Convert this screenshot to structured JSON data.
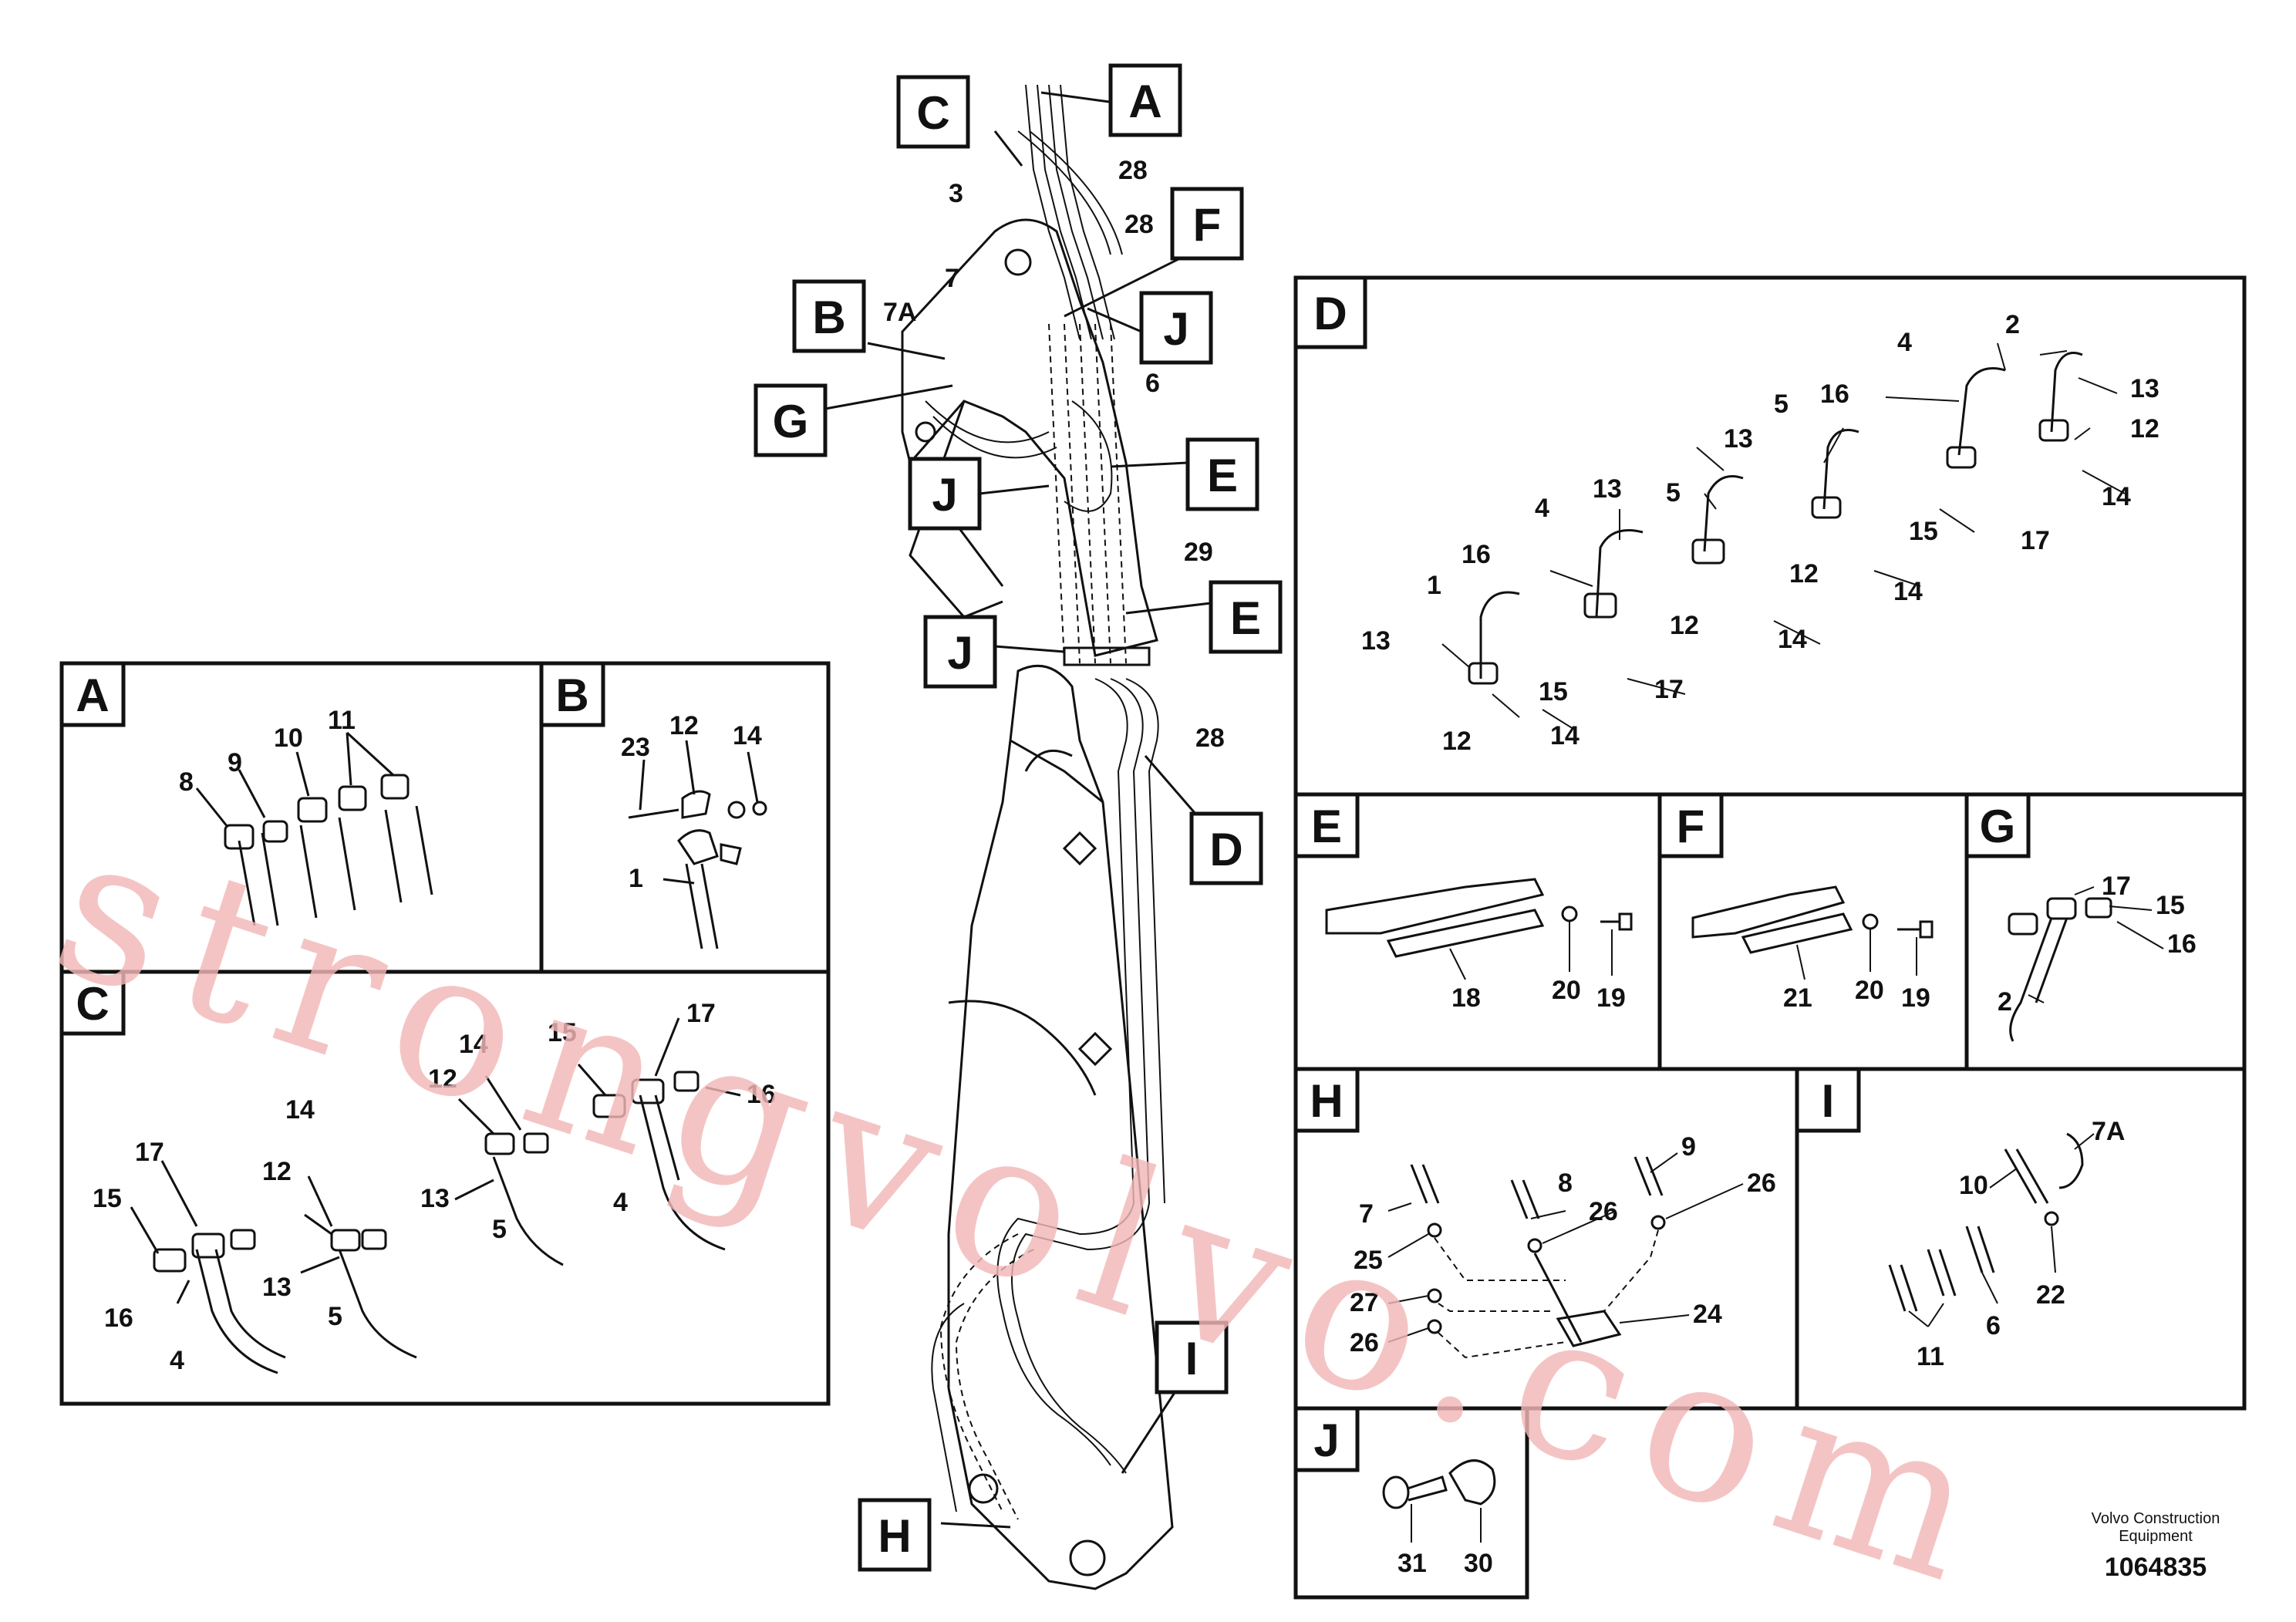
{
  "callouts": {
    "A": "A",
    "B": "B",
    "C": "C",
    "D": "D",
    "E": "E",
    "F": "F",
    "G": "G",
    "H": "H",
    "I": "I",
    "J": "J"
  },
  "main_labels": {
    "n3": "3",
    "n28a": "28",
    "n28b": "28",
    "n28c": "28",
    "n7": "7",
    "n7A": "7A",
    "n6": "6",
    "n29": "29"
  },
  "panels": {
    "A": {
      "title": "A",
      "labels": [
        "8",
        "9",
        "10",
        "11"
      ]
    },
    "B": {
      "title": "B",
      "labels": [
        "23",
        "12",
        "14",
        "1"
      ]
    },
    "C": {
      "title": "C",
      "labels": [
        "17",
        "15",
        "16",
        "4",
        "14",
        "12",
        "13",
        "5",
        "14",
        "12",
        "13",
        "5",
        "15",
        "17",
        "16",
        "4"
      ]
    },
    "D": {
      "title": "D",
      "labels": [
        "2",
        "4",
        "13",
        "12",
        "14",
        "16",
        "15",
        "17",
        "5",
        "13",
        "12",
        "14",
        "5",
        "13",
        "12",
        "14",
        "4",
        "16",
        "15",
        "17",
        "1",
        "13",
        "12",
        "14"
      ]
    },
    "E": {
      "title": "E",
      "labels": [
        "18",
        "20",
        "19"
      ]
    },
    "F": {
      "title": "F",
      "labels": [
        "21",
        "20",
        "19"
      ]
    },
    "G": {
      "title": "G",
      "labels": [
        "17",
        "15",
        "16",
        "2"
      ]
    },
    "H": {
      "title": "H",
      "labels": [
        "7",
        "8",
        "9",
        "25",
        "26",
        "26",
        "27",
        "26",
        "24"
      ]
    },
    "I": {
      "title": "I",
      "labels": [
        "7A",
        "10",
        "22",
        "6",
        "11"
      ]
    },
    "J": {
      "title": "J",
      "labels": [
        "31",
        "30"
      ]
    }
  },
  "watermark": "strongvolvo.com",
  "footer": {
    "company_line1": "Volvo Construction",
    "company_line2": "Equipment",
    "part_number": "1064835"
  }
}
